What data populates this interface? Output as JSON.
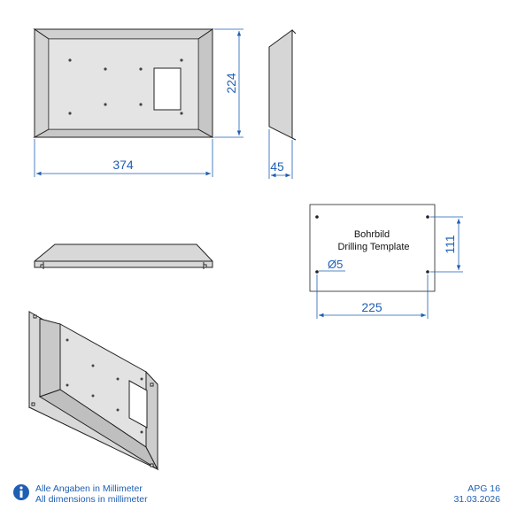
{
  "dimensions": {
    "front_width": "374",
    "front_height": "224",
    "side_depth": "45",
    "hole_spacing_horizontal": "225",
    "hole_spacing_vertical": "111",
    "hole_diameter": "Ø5"
  },
  "template": {
    "title_de": "Bohrbild",
    "title_en": "Drilling Template"
  },
  "footer": {
    "note_de": "Alle Angaben in Millimeter",
    "note_en": "All dimensions in millimeter",
    "product_code": "APG 16",
    "date": "31.03.2026",
    "info_icon": "info-icon"
  },
  "colors": {
    "dimension": "#1e5fb4",
    "outline": "#222222",
    "panel": "#dcdcdc",
    "panel_dark": "#c4c4c4"
  }
}
